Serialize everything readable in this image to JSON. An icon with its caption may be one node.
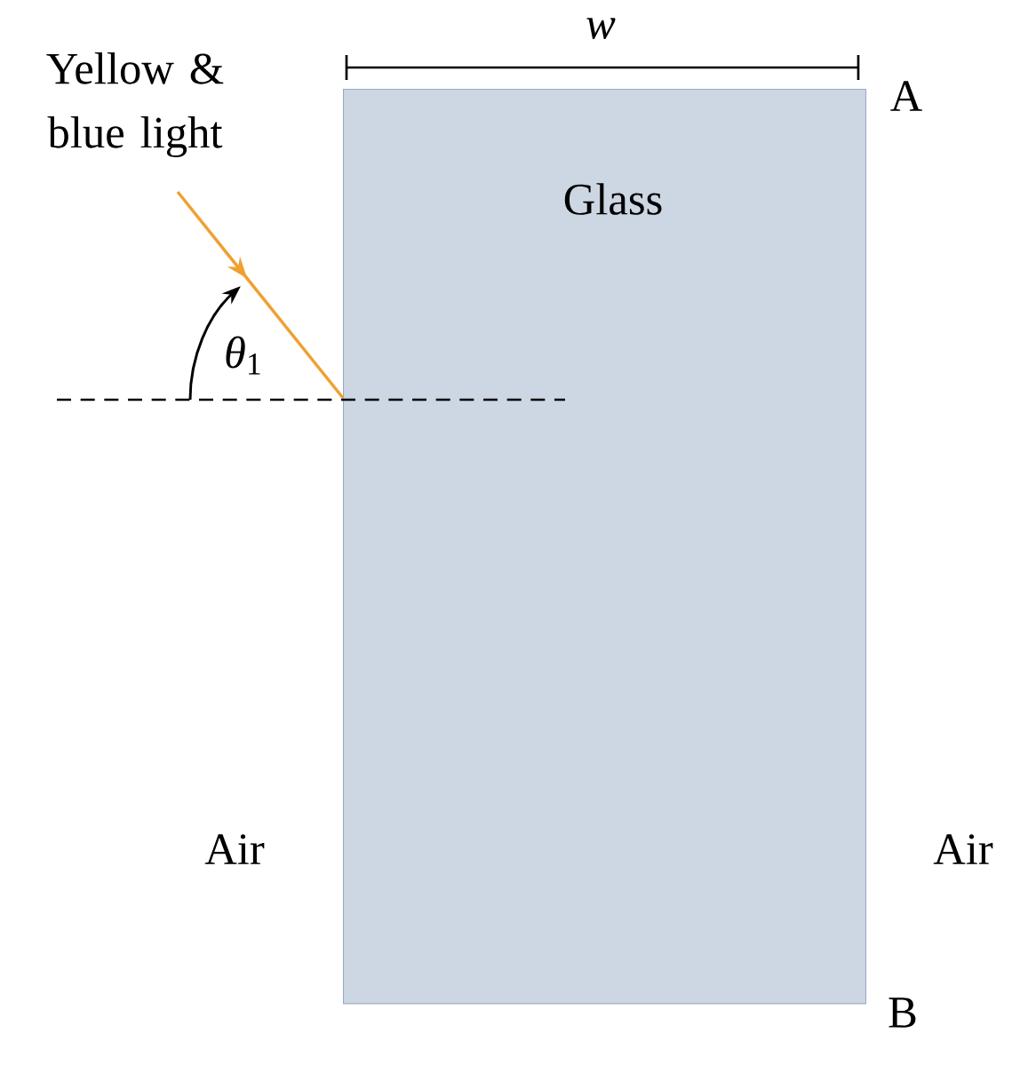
{
  "diagram": {
    "nodes": [
      {
        "text": [
          "Glass"
        ]
      },
      {
        "text": [
          "Yellow & blue light"
        ]
      }
    ],
    "edges": [
      {
        "from": 1,
        "to": 0,
        "arrow": "to",
        "color": "#f0a030"
      }
    ],
    "labels": [
      "*w*",
      "A",
      "*θ*$_{1}$",
      "Air",
      "Air",
      "B"
    ]
  }
}
